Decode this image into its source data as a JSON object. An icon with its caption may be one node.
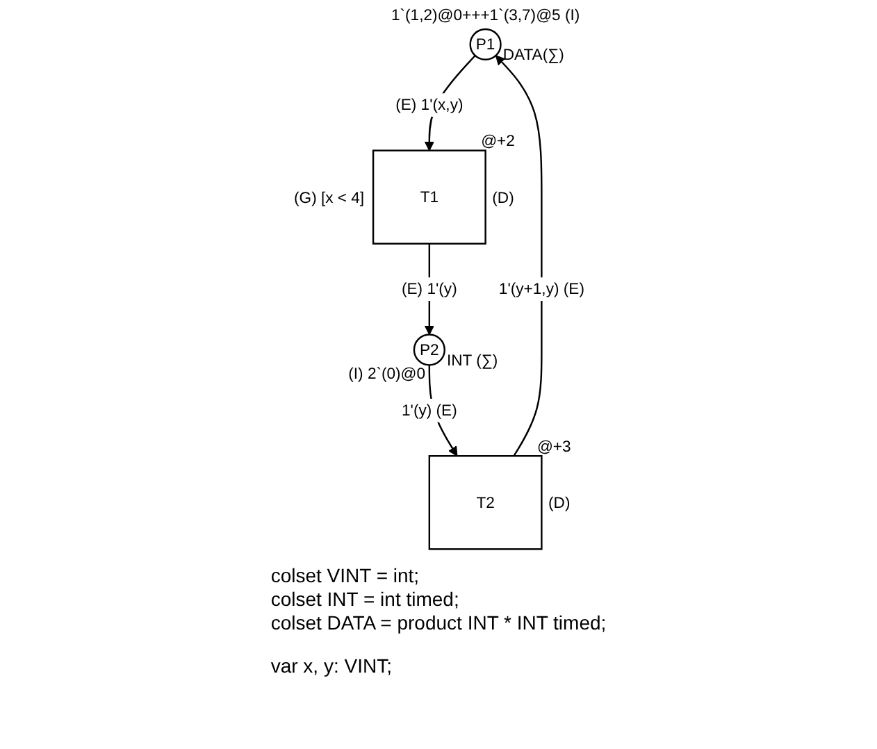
{
  "diagram": {
    "nodes": [
      {
        "text": [
          "P1"
        ],
        "beside": [
          "1`(1,2)@0+++1`(3,7)@5 (I)",
          "DATA(∑)"
        ]
      },
      {
        "text": [
          "T1"
        ],
        "beside": [
          "(G) [x < 4]",
          "@+2",
          "(D)"
        ]
      },
      {
        "text": [
          "P2"
        ],
        "beside": [
          "INT (∑)",
          "(I) 2`(0)@0"
        ]
      },
      {
        "text": [
          "T2"
        ],
        "beside": [
          "@+3",
          "(D)"
        ]
      }
    ],
    "edges": [
      {
        "from": 0,
        "to": 1,
        "arrow": "to",
        "label": "(E) 1'(x,y)"
      },
      {
        "from": 1,
        "to": 2,
        "arrow": "to",
        "label": "(E) 1'(y)"
      },
      {
        "from": 2,
        "to": 3,
        "arrow": "to",
        "label": "1'(y) (E)"
      },
      {
        "from": 3,
        "to": 0,
        "arrow": "to",
        "label": "1'(y+1,y) (E)"
      }
    ],
    "labels": [
      "colset VINT = int;",
      "colset INT = int timed;",
      "colset DATA = product INT * INT timed;",
      "var x, y: VINT;"
    ]
  }
}
